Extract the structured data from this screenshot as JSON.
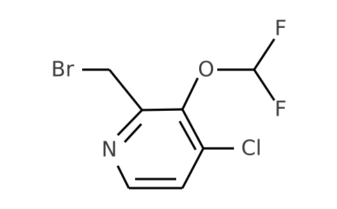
{
  "molecule": {
    "atoms": {
      "br": "Br",
      "o": "O",
      "f_top": "F",
      "f_bottom": "F",
      "n": "N",
      "cl": "Cl"
    },
    "colors": {
      "bond": "#000000",
      "label": "#3a3a3a",
      "background": "#ffffff"
    }
  }
}
